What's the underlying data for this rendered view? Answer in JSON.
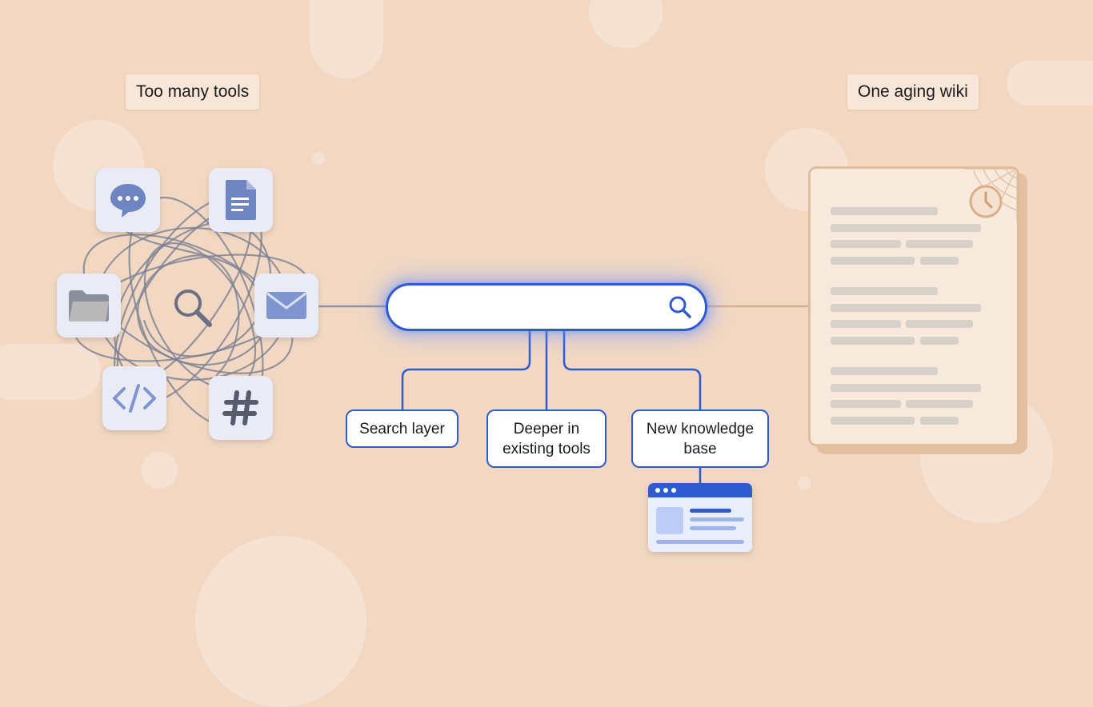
{
  "left_cluster": {
    "label": "Too many tools",
    "tools": [
      {
        "name": "chat-bubble-icon"
      },
      {
        "name": "document-icon"
      },
      {
        "name": "folder-icon"
      },
      {
        "name": "mail-icon"
      },
      {
        "name": "code-icon"
      },
      {
        "name": "hashtag-icon"
      }
    ],
    "center_icon": "magnifier-icon"
  },
  "right_panel": {
    "label": "One aging wiki",
    "decorations": [
      "clock-icon",
      "cobweb-icon"
    ]
  },
  "hub": {
    "icon": "search-icon"
  },
  "branches": [
    {
      "label": "Search layer"
    },
    {
      "label": "Deeper in\nexisting tools"
    },
    {
      "label": "New knowledge\nbase"
    }
  ],
  "colors": {
    "background": "#f2d8c2",
    "accent_blue": "#2f5bd1",
    "tool_tile": "#e9ecf7",
    "tangle_line": "#7a8194"
  }
}
